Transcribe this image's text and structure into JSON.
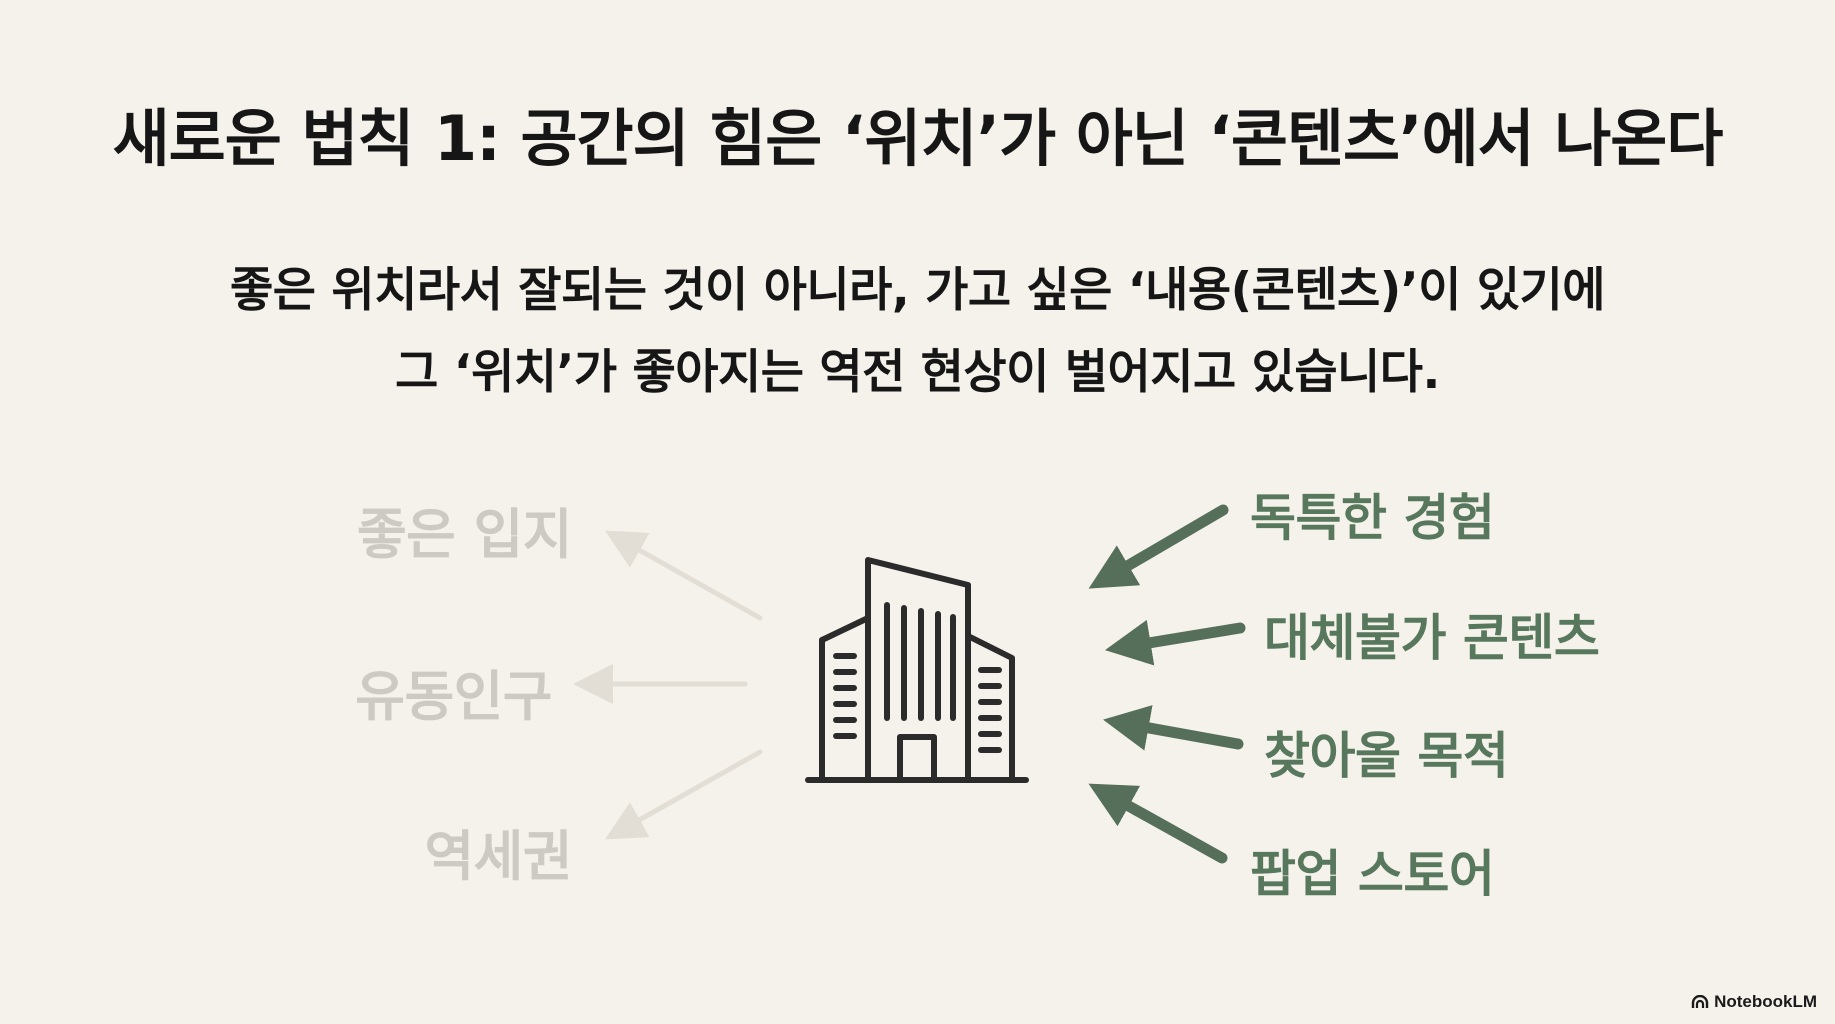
{
  "title": "새로운 법칙 1: 공간의 힘은 ‘위치’가 아닌 ‘콘텐츠’에서 나온다",
  "subtitle": {
    "line1": "좋은 위치라서 잘되는 것이 아니라, 가고 싶은 ‘내용(콘텐츠)’이 있기에",
    "line2": "그 ‘위치’가 좋아지는 역전 현상이 벌어지고 있습니다."
  },
  "left_labels": [
    "좋은 입지",
    "유동인구",
    "역세권"
  ],
  "right_labels": [
    "독특한 경험",
    "대체불가 콘텐츠",
    "찾아올 목적",
    "팝업 스토어"
  ],
  "center_icon": "building-icon",
  "colors": {
    "background": "#F5F2EB",
    "text": "#161616",
    "faded": "#CDCAC3",
    "accent_green": "#58785E",
    "arrow_green": "#566F5A"
  },
  "brand": "NotebookLM"
}
